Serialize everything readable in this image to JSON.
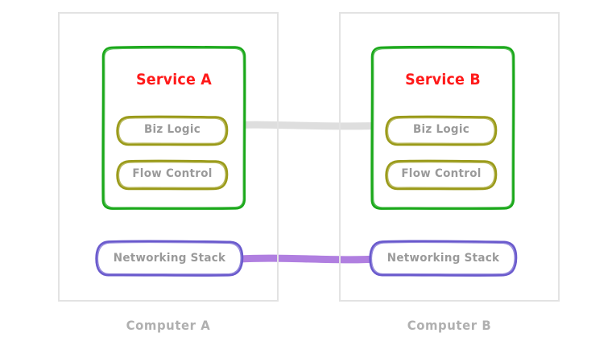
{
  "diagram": {
    "title_hidden": "",
    "background_color": "#ffffff",
    "colors": {
      "container_border": "#e3e3e3",
      "service_border": "#1aa81a",
      "service_label": "#ff1a1a",
      "inner_box_border": "#9a9a18",
      "inner_box_label": "#9a9a9a",
      "networking_border": "#6a5acd",
      "networking_label": "#9a9a9a",
      "computer_label": "#b0b0b0",
      "link_app": "#dcdcdc",
      "link_network": "#b07fe0"
    },
    "nodes": {
      "computer_a": {
        "label": "Computer A",
        "service": {
          "label": "Service A",
          "components": [
            {
              "label": "Biz Logic"
            },
            {
              "label": "Flow Control"
            }
          ]
        },
        "networking_stack": {
          "label": "Networking Stack"
        }
      },
      "computer_b": {
        "label": "Computer B",
        "service": {
          "label": "Service B",
          "components": [
            {
              "label": "Biz Logic"
            },
            {
              "label": "Flow Control"
            }
          ]
        },
        "networking_stack": {
          "label": "Networking Stack"
        }
      }
    },
    "links": [
      {
        "name": "application-link",
        "from": "biz-logic-a",
        "to": "biz-logic-b",
        "style": "thick-gray"
      },
      {
        "name": "network-link",
        "from": "networking-stack-a",
        "to": "networking-stack-b",
        "style": "thick-purple"
      }
    ]
  }
}
